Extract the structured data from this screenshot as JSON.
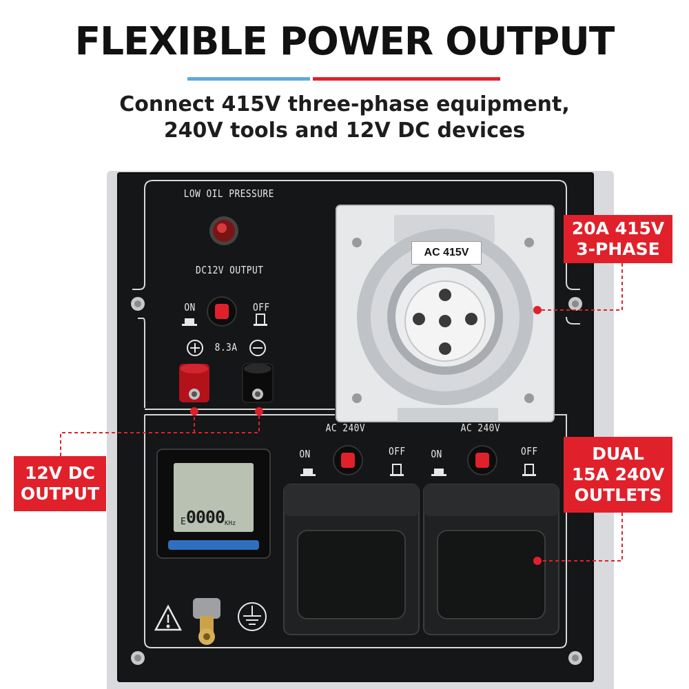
{
  "header": {
    "title": "FLEXIBLE POWER OUTPUT",
    "subtitle_line1": "Connect 415V three-phase equipment,",
    "subtitle_line2": "240V tools  and 12V DC devices",
    "rule_colors": [
      "#5fa8dd",
      "#e0212b"
    ]
  },
  "panel": {
    "low_oil_label": "LOW OIL PRESSURE",
    "dc_output_label": "DC12V OUTPUT",
    "dc_on": "ON",
    "dc_off": "OFF",
    "dc_rating": "8.3A",
    "socket_label": "AC 415V",
    "ac_left": {
      "label": "AC 240V",
      "on": "ON",
      "off": "OFF"
    },
    "ac_right": {
      "label": "AC 240V",
      "on": "ON",
      "off": "OFF"
    },
    "display": {
      "prefix": "E",
      "digits": "0000",
      "unit": "KHz"
    }
  },
  "callouts": {
    "three_phase": {
      "line1": "20A 415V",
      "line2": "3-PHASE"
    },
    "dc": {
      "line1": "12V DC",
      "line2": "OUTPUT"
    },
    "ac240": {
      "line1": "DUAL",
      "line2": "15A 240V",
      "line3": "OUTLETS"
    }
  },
  "colors": {
    "accent_red": "#e0212b",
    "accent_blue": "#5fa8dd",
    "panel": "#151617",
    "display_bar": "#2f6fc0"
  }
}
